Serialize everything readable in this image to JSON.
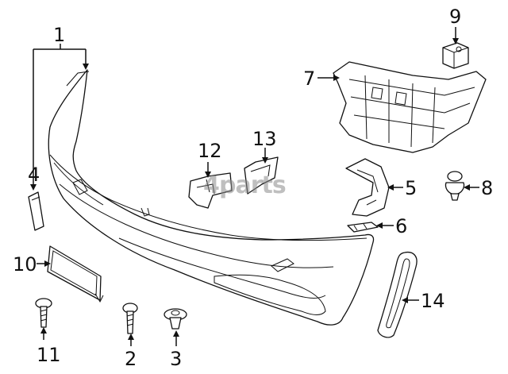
{
  "callouts": [
    {
      "id": "c1",
      "number": "1"
    },
    {
      "id": "c2",
      "number": "2"
    },
    {
      "id": "c3",
      "number": "3"
    },
    {
      "id": "c4",
      "number": "4"
    },
    {
      "id": "c5",
      "number": "5"
    },
    {
      "id": "c6",
      "number": "6"
    },
    {
      "id": "c7",
      "number": "7"
    },
    {
      "id": "c8",
      "number": "8"
    },
    {
      "id": "c9",
      "number": "9"
    },
    {
      "id": "c10",
      "number": "10"
    },
    {
      "id": "c11",
      "number": "11"
    },
    {
      "id": "c12",
      "number": "12"
    },
    {
      "id": "c13",
      "number": "13"
    },
    {
      "id": "c14",
      "number": "14"
    }
  ],
  "watermark": {
    "brand_a": "4",
    "brand_b": "parts"
  }
}
